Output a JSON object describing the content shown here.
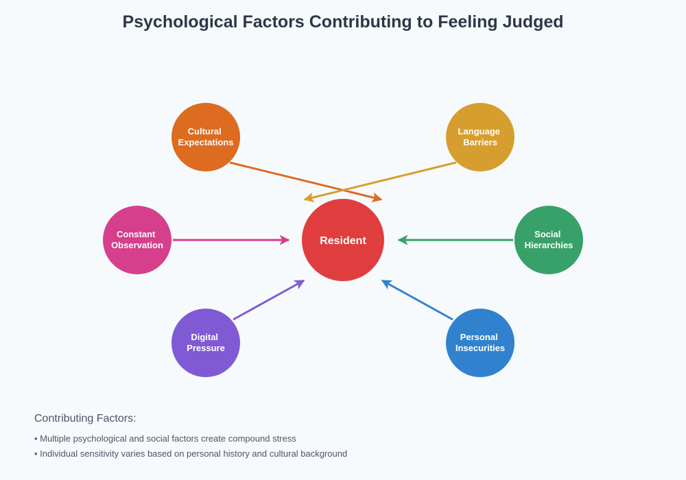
{
  "title": "Psychological Factors Contributing to Feeling Judged",
  "center_node": {
    "label": "Resident",
    "color": "#e03e3e"
  },
  "nodes": [
    {
      "id": "cultural-expectations",
      "label": "Cultural Expectations",
      "lines": [
        "Cultural",
        "Expectations"
      ],
      "color": "#dd6b20"
    },
    {
      "id": "language-barriers",
      "label": "Language Barriers",
      "lines": [
        "Language",
        "Barriers"
      ],
      "color": "#d69e2e"
    },
    {
      "id": "constant-observation",
      "label": "Constant Observation",
      "lines": [
        "Constant",
        "Observation"
      ],
      "color": "#d53f8c"
    },
    {
      "id": "social-hierarchies",
      "label": "Social Hierarchies",
      "lines": [
        "Social",
        "Hierarchies"
      ],
      "color": "#38a169"
    },
    {
      "id": "digital-pressure",
      "label": "Digital Pressure",
      "lines": [
        "Digital",
        "Pressure"
      ],
      "color": "#805ad5"
    },
    {
      "id": "personal-insecurities",
      "label": "Personal Insecurities",
      "lines": [
        "Personal",
        "Insecurities"
      ],
      "color": "#3182ce"
    }
  ],
  "notes": {
    "heading": "Contributing Factors:",
    "bullets": [
      "• Multiple psychological and social factors create compound stress",
      "• Individual sensitivity varies based on personal history and cultural background"
    ]
  },
  "colors": {
    "background": "#f7fafc",
    "title_text": "#2d3748",
    "notes_text": "#4a5568",
    "node_text": "#ffffff"
  }
}
